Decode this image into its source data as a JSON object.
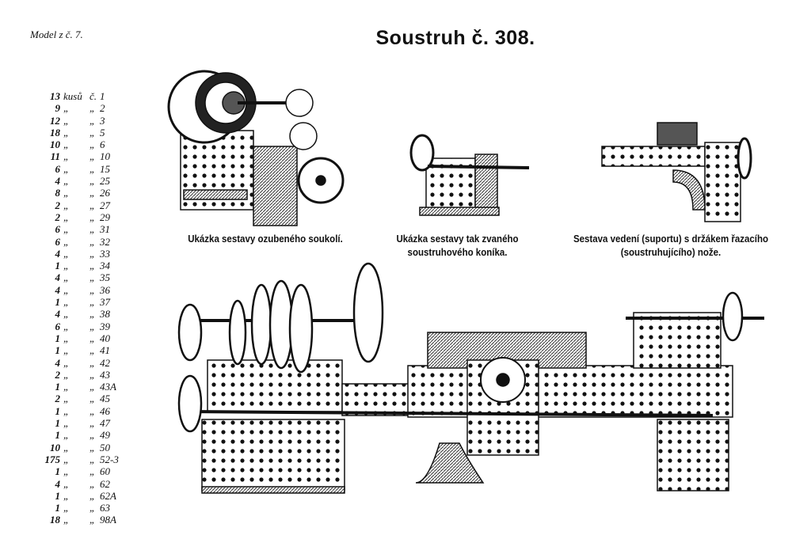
{
  "header": {
    "model_ref": "Model z č. 7.",
    "title": "Soustruh č. 308."
  },
  "parts_list": {
    "unit_label": "kusů",
    "number_label": "č.",
    "ditto": "„",
    "items": [
      {
        "qty": "13",
        "part": "1"
      },
      {
        "qty": "9",
        "part": "2"
      },
      {
        "qty": "12",
        "part": "3"
      },
      {
        "qty": "18",
        "part": "5"
      },
      {
        "qty": "10",
        "part": "6"
      },
      {
        "qty": "11",
        "part": "10"
      },
      {
        "qty": "6",
        "part": "15"
      },
      {
        "qty": "4",
        "part": "25"
      },
      {
        "qty": "8",
        "part": "26"
      },
      {
        "qty": "2",
        "part": "27"
      },
      {
        "qty": "2",
        "part": "29"
      },
      {
        "qty": "6",
        "part": "31"
      },
      {
        "qty": "6",
        "part": "32"
      },
      {
        "qty": "4",
        "part": "33"
      },
      {
        "qty": "1",
        "part": "34"
      },
      {
        "qty": "4",
        "part": "35"
      },
      {
        "qty": "4",
        "part": "36"
      },
      {
        "qty": "1",
        "part": "37"
      },
      {
        "qty": "4",
        "part": "38"
      },
      {
        "qty": "6",
        "part": "39"
      },
      {
        "qty": "1",
        "part": "40"
      },
      {
        "qty": "1",
        "part": "41"
      },
      {
        "qty": "4",
        "part": "42"
      },
      {
        "qty": "2",
        "part": "43"
      },
      {
        "qty": "1",
        "part": "43A"
      },
      {
        "qty": "2",
        "part": "45"
      },
      {
        "qty": "1",
        "part": "46"
      },
      {
        "qty": "1",
        "part": "47"
      },
      {
        "qty": "1",
        "part": "49"
      },
      {
        "qty": "10",
        "part": "50"
      },
      {
        "qty": "175",
        "part": "52-3"
      },
      {
        "qty": "1",
        "part": "60"
      },
      {
        "qty": "4",
        "part": "62"
      },
      {
        "qty": "1",
        "part": "62A"
      },
      {
        "qty": "1",
        "part": "63"
      },
      {
        "qty": "18",
        "part": "98A"
      }
    ]
  },
  "captions": {
    "gear_train": "Ukázka sestavy ozubeného soukolí.",
    "tailstock": "Ukázka sestavy tak zvaného soustruhového koníka.",
    "carriage": "Sestava vedení (suportu) s držákem řazacího (soustruhujícího) nože."
  }
}
